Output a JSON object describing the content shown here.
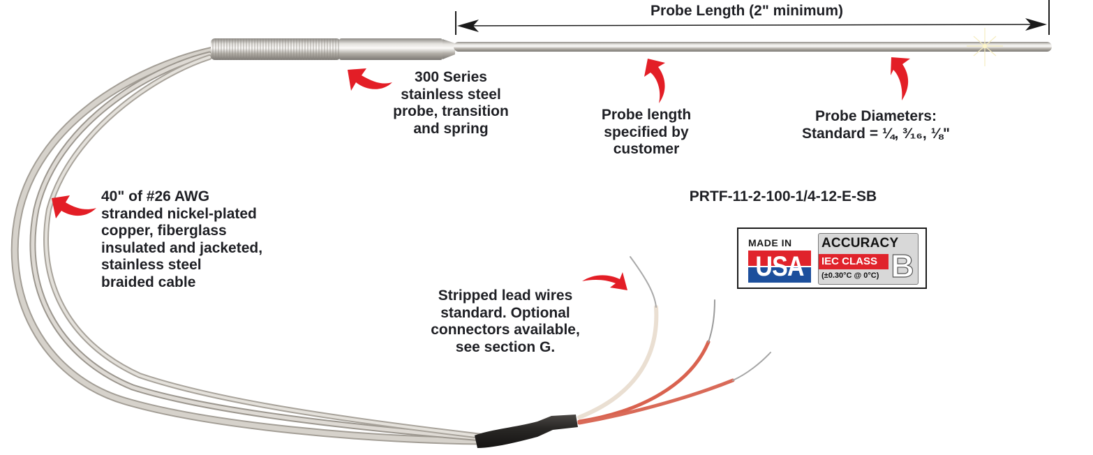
{
  "diagram": {
    "subject": "RTD temperature probe with braided cable and stripped lead wires",
    "dimension_label": "Probe Length (2\" minimum)",
    "callouts": {
      "probe_material": [
        "300 Series",
        "stainless steel",
        "probe, transition",
        "and spring"
      ],
      "probe_length": [
        "Probe length",
        "specified by",
        "customer"
      ],
      "probe_diameters": [
        "Probe Diameters:",
        "Standard = ¼, ³⁄₁₆, ⅛\""
      ],
      "cable": [
        "40\" of #26 AWG",
        "stranded nickel-plated",
        "copper, fiberglass",
        "insulated and jacketed,",
        "stainless steel",
        "braided cable"
      ],
      "lead_wires": [
        "Stripped lead wires",
        "standard. Optional",
        "connectors available,",
        "see section G."
      ]
    },
    "part_number": "PRTF-11-2-100-1/4-12-E-SB",
    "badge": {
      "made_in": "MADE IN",
      "country": "USA",
      "accuracy": "ACCURACY",
      "iec_class_label": "IEC CLASS",
      "class_letter": "B",
      "tolerance": "(±0.30°C @ 0°C)"
    },
    "colors": {
      "arrow_red": "#e31e26",
      "text_dark": "#1e1f24",
      "flag_red": "#e0232b",
      "flag_blue": "#1c4f9c",
      "steel": "#c9c6c0",
      "heat_shrink": "#2a2826",
      "wire_red": "#d9624f",
      "wire_white": "#efe3d6"
    }
  }
}
